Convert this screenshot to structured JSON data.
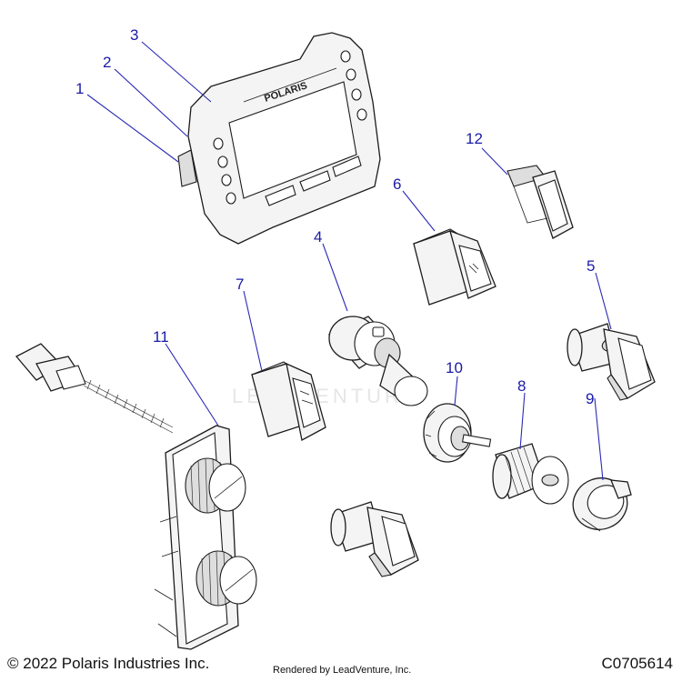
{
  "brand_logo": "POLARIS",
  "watermark": "LEADVENTURE",
  "callouts": [
    "1",
    "2",
    "3",
    "4",
    "5",
    "6",
    "7",
    "8",
    "9",
    "10",
    "11",
    "12"
  ],
  "footer": {
    "copyright": "© 2022 Polaris Industries Inc.",
    "rendered_by": "Rendered by LeadVenture, Inc.",
    "doc_number": "C0705614"
  },
  "colors": {
    "callout": "#1a1aa8",
    "line": "#1c1c1c"
  }
}
